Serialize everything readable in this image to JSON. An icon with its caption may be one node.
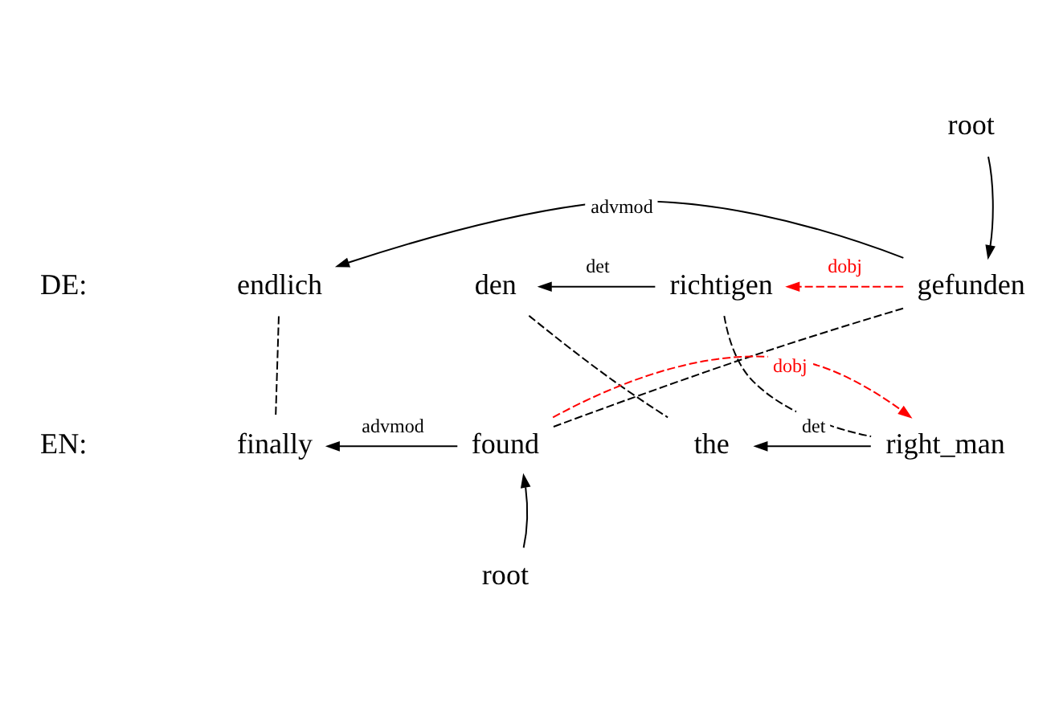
{
  "diagram": {
    "nodes": [
      {
        "text": [
          "root"
        ]
      },
      {
        "text": [
          "endlich"
        ]
      },
      {
        "text": [
          "den"
        ]
      },
      {
        "text": [
          "richtigen"
        ]
      },
      {
        "text": [
          "gefunden"
        ]
      },
      {
        "text": [
          "finally"
        ]
      },
      {
        "text": [
          "found"
        ]
      },
      {
        "text": [
          "the"
        ]
      },
      {
        "text": [
          "right_man"
        ]
      },
      {
        "text": [
          "root"
        ]
      }
    ],
    "edges": [
      {
        "from": 4,
        "to": 1,
        "arrow": "to",
        "label": "advmod"
      },
      {
        "from": 4,
        "to": 3,
        "arrow": "to",
        "label": "dobj",
        "style": "dashed",
        "color": "#ff0000"
      },
      {
        "from": 3,
        "to": 2,
        "arrow": "to",
        "label": "det"
      },
      {
        "from": 0,
        "to": 4,
        "arrow": "to"
      },
      {
        "from": 1,
        "to": 5,
        "arrow": "none",
        "style": "dashed"
      },
      {
        "from": 2,
        "to": 7,
        "arrow": "none",
        "style": "dashed"
      },
      {
        "from": 3,
        "to": 8,
        "arrow": "none",
        "style": "dashed"
      },
      {
        "from": 4,
        "to": 6,
        "arrow": "none",
        "style": "dashed"
      },
      {
        "from": 6,
        "to": 5,
        "arrow": "to",
        "label": "advmod"
      },
      {
        "from": 8,
        "to": 7,
        "arrow": "to",
        "label": "det"
      },
      {
        "from": 6,
        "to": 8,
        "arrow": "to",
        "label": "dobj",
        "style": "dashed",
        "color": "#ff0000"
      },
      {
        "from": 9,
        "to": 6,
        "arrow": "to"
      }
    ],
    "labels": [
      "DE:",
      "EN:"
    ]
  }
}
